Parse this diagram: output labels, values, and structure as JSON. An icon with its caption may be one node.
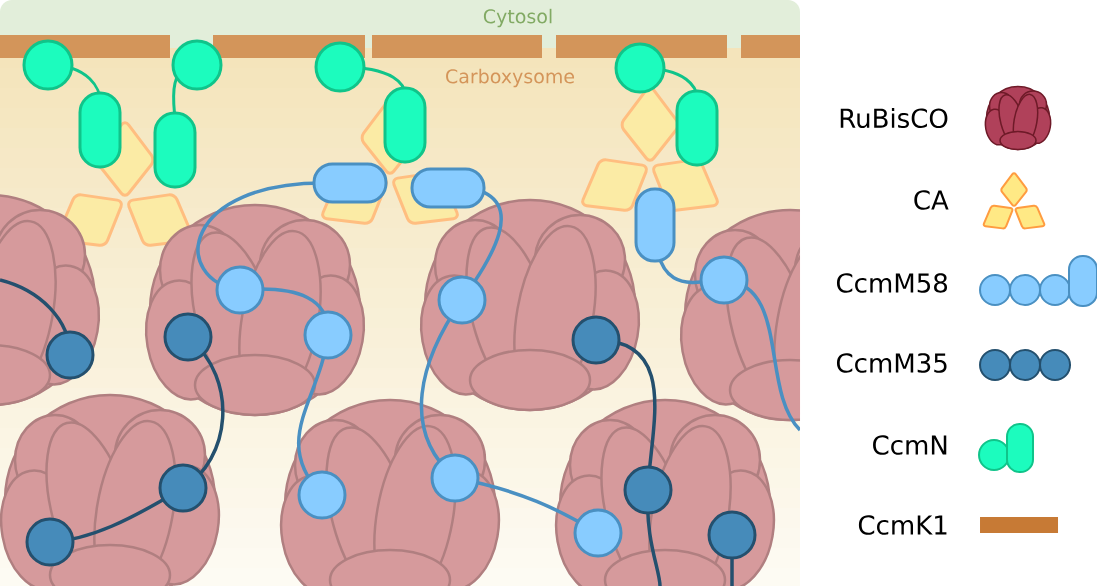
{
  "diagram": {
    "labels": [
      "Cytosol",
      "Carboxysome"
    ],
    "legend": [
      {
        "text": "RuBisCO"
      },
      {
        "text": "CA"
      },
      {
        "text": "CcmM58"
      },
      {
        "text": "CcmM35"
      },
      {
        "text": "CcmN"
      },
      {
        "text": "CcmK1"
      }
    ]
  }
}
